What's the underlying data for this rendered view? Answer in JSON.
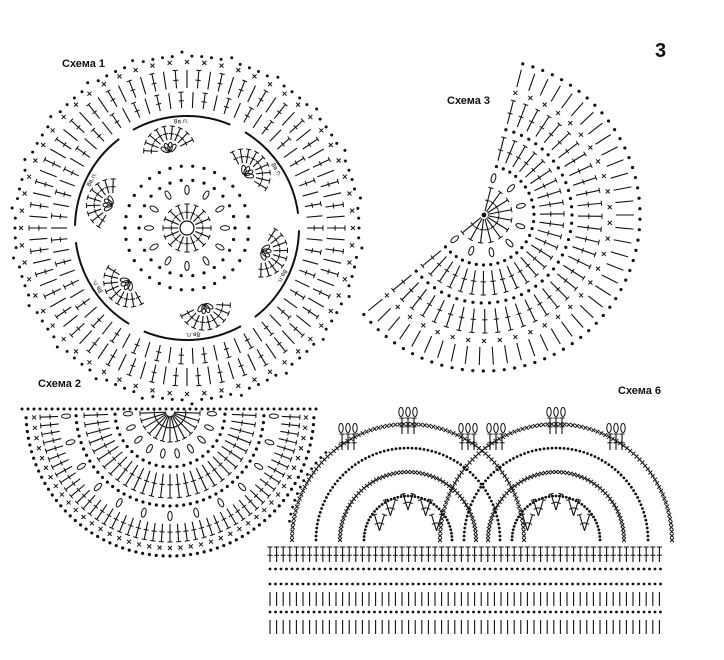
{
  "page_number": "3",
  "schemes": {
    "s1": {
      "title": "Схема 1",
      "chain_label": "8в.п."
    },
    "s2": {
      "title": "Схема 2"
    },
    "s3": {
      "title": "Схема 3"
    },
    "s6": {
      "title": "Схема 6"
    }
  },
  "colors": {
    "ink": "#111111",
    "paper": "#ffffff"
  },
  "symbols": {
    "chain": "dot",
    "single_crochet": "x",
    "double_crochet": "†",
    "puff": "oval"
  }
}
